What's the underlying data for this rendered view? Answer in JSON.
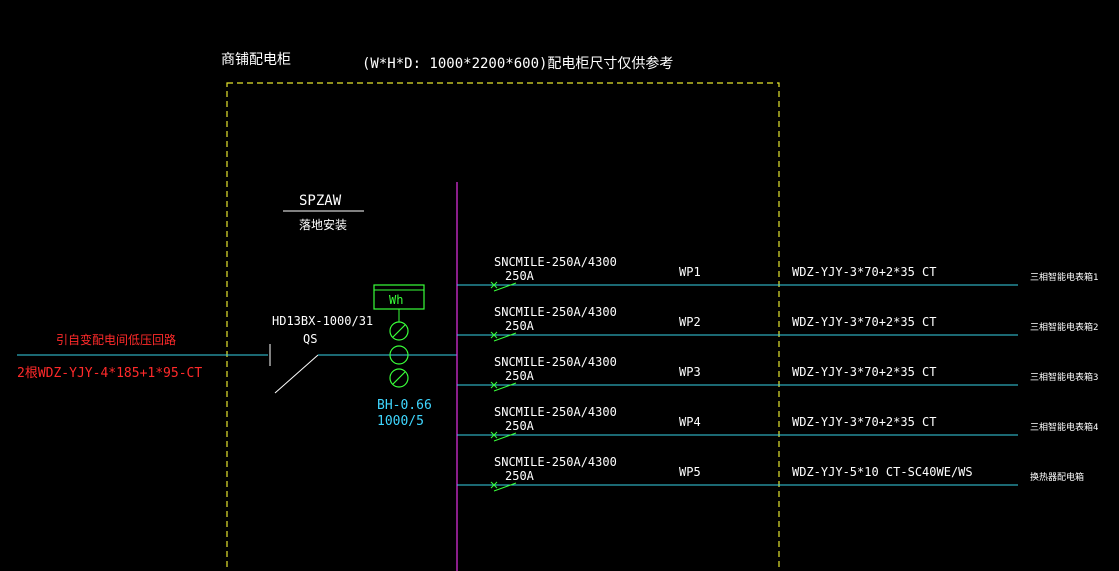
{
  "cabinet": {
    "title": "商铺配电柜",
    "size_note": "(W*H*D: 1000*2200*600)配电柜尺寸仅供参考",
    "model": "SPZAW",
    "install": "落地安装"
  },
  "incoming": {
    "source": "引自变配电间低压回路",
    "cable": "2根WDZ-YJY-4*185+1*95-CT"
  },
  "main_switch": {
    "model": "HD13BX-1000/31",
    "label": "QS"
  },
  "meter": {
    "label": "Wh",
    "ct_model": "BH-0.66",
    "ct_ratio": "1000/5"
  },
  "circuits": [
    {
      "breaker": "SNCMILE-250A/4300",
      "current": "250A",
      "id": "WP1",
      "cable": "WDZ-YJY-3*70+2*35 CT",
      "load": "三相智能电表箱1"
    },
    {
      "breaker": "SNCMILE-250A/4300",
      "current": "250A",
      "id": "WP2",
      "cable": "WDZ-YJY-3*70+2*35 CT",
      "load": "三相智能电表箱2"
    },
    {
      "breaker": "SNCMILE-250A/4300",
      "current": "250A",
      "id": "WP3",
      "cable": "WDZ-YJY-3*70+2*35 CT",
      "load": "三相智能电表箱3"
    },
    {
      "breaker": "SNCMILE-250A/4300",
      "current": "250A",
      "id": "WP4",
      "cable": "WDZ-YJY-3*70+2*35 CT",
      "load": "三相智能电表箱4"
    },
    {
      "breaker": "SNCMILE-250A/4300",
      "current": "250A",
      "id": "WP5",
      "cable": "WDZ-YJY-5*10 CT-SC40WE/WS",
      "load": "换热器配电箱"
    }
  ],
  "colors": {
    "background": "#000000",
    "frame": "#e6e62e",
    "busbar": "#e633e6",
    "feeder": "#36d2e6",
    "device": "#39ff39",
    "text": "#ffffff",
    "incoming_text": "#ff2a2a",
    "ct_text": "#3fd7ff"
  }
}
